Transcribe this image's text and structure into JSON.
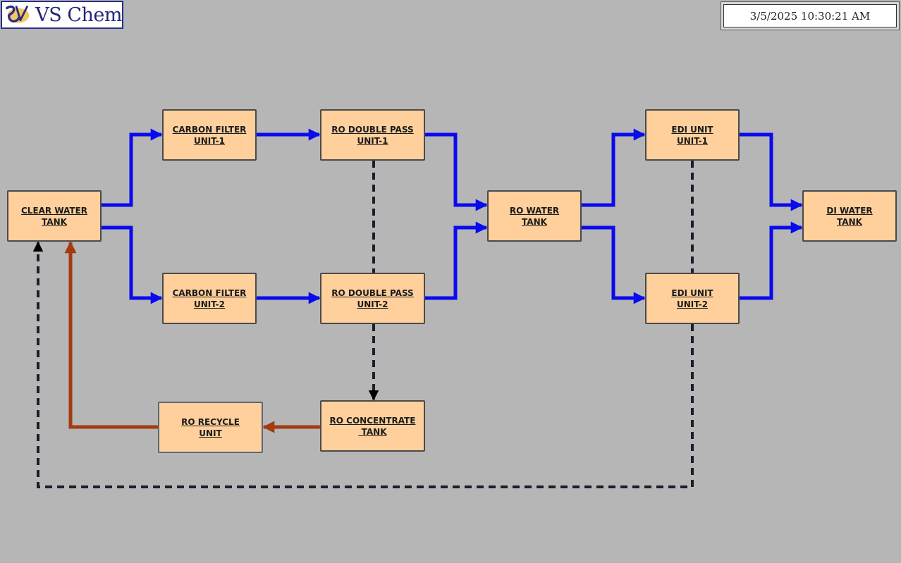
{
  "header": {
    "brand": "VS Chem",
    "datetime": "3/5/2025 10:30:21 AM"
  },
  "colors": {
    "background": "#b6b6b6",
    "unit_fill": "#ffd09b",
    "water_flow": "#0a0aee",
    "recycle_flow": "#a33a10",
    "drain_flow": "#1a1f2e"
  },
  "units": {
    "clear_water_tank": {
      "line1": "CLEAR WATER",
      "line2": "TANK"
    },
    "carbon_filter_1": {
      "line1": "CARBON FILTER",
      "line2": "UNIT-1"
    },
    "carbon_filter_2": {
      "line1": "CARBON FILTER",
      "line2": "UNIT-2"
    },
    "ro_double_pass_1": {
      "line1": "RO DOUBLE PASS",
      "line2": "UNIT-1"
    },
    "ro_double_pass_2": {
      "line1": "RO DOUBLE PASS",
      "line2": "UNIT-2"
    },
    "ro_water_tank": {
      "line1": "RO WATER",
      "line2": "TANK"
    },
    "edi_unit_1": {
      "line1": "EDI UNIT",
      "line2": "UNIT-1"
    },
    "edi_unit_2": {
      "line1": "EDI UNIT",
      "line2": "UNIT-2"
    },
    "di_water_tank": {
      "line1": "DI WATER",
      "line2": "TANK"
    },
    "ro_recycle_unit": {
      "line1": "RO RECYCLE",
      "line2": "UNIT"
    },
    "ro_concentrate_tank": {
      "line1": "RO CONCENTRATE",
      "line2": " TANK"
    }
  }
}
